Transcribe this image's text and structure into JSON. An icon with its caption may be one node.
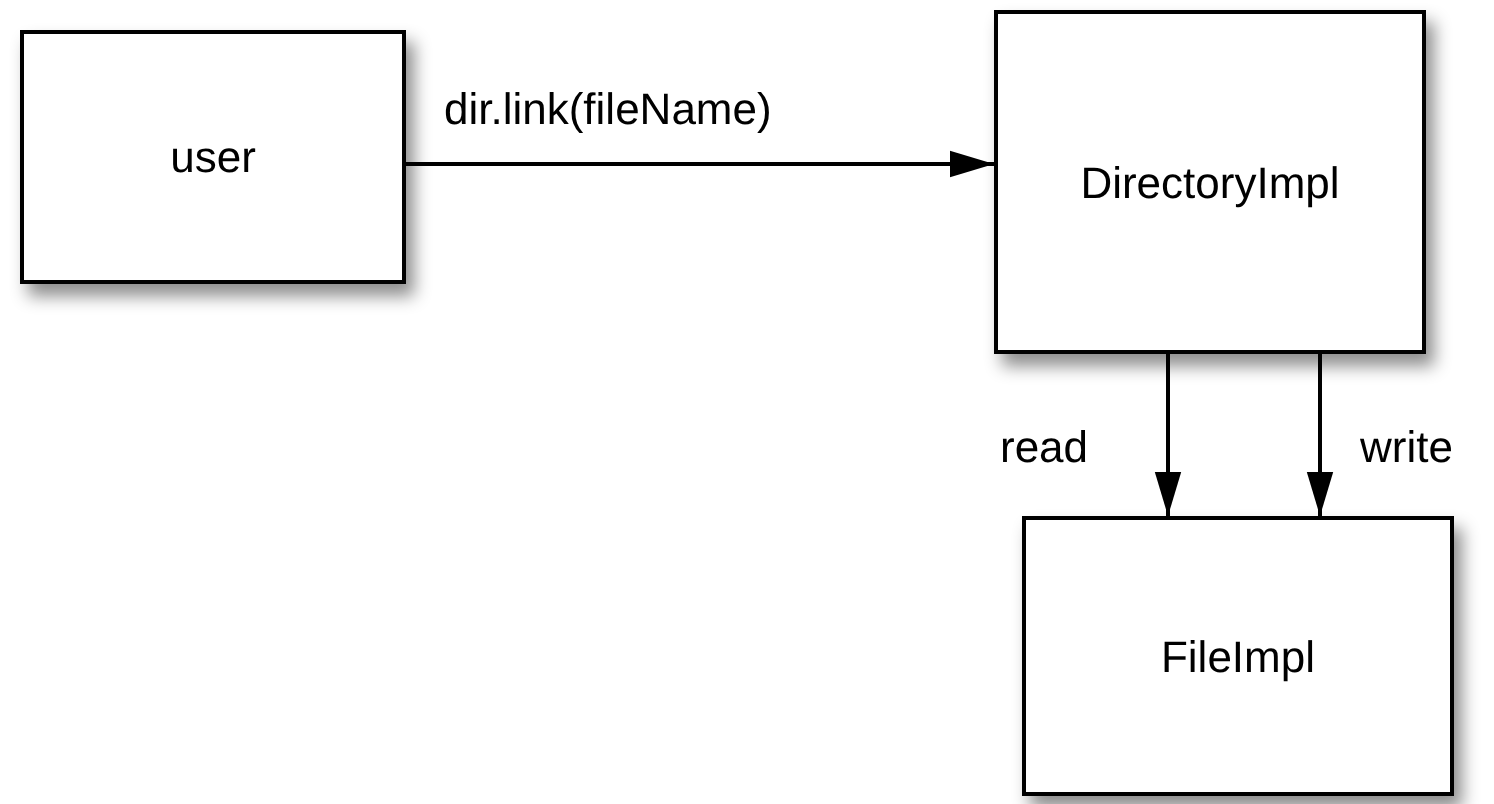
{
  "diagram": {
    "nodes": [
      {
        "text": [
          "user"
        ]
      },
      {
        "text": [
          "DirectoryImpl"
        ]
      },
      {
        "text": [
          "FileImpl"
        ]
      }
    ],
    "edges": [
      {
        "from": 0,
        "to": 1,
        "arrow": "to",
        "label": "dir.link(fileName)"
      },
      {
        "from": 1,
        "to": 2,
        "arrow": "to",
        "label": "read"
      },
      {
        "from": 1,
        "to": 2,
        "arrow": "to",
        "label": "write"
      }
    ]
  }
}
